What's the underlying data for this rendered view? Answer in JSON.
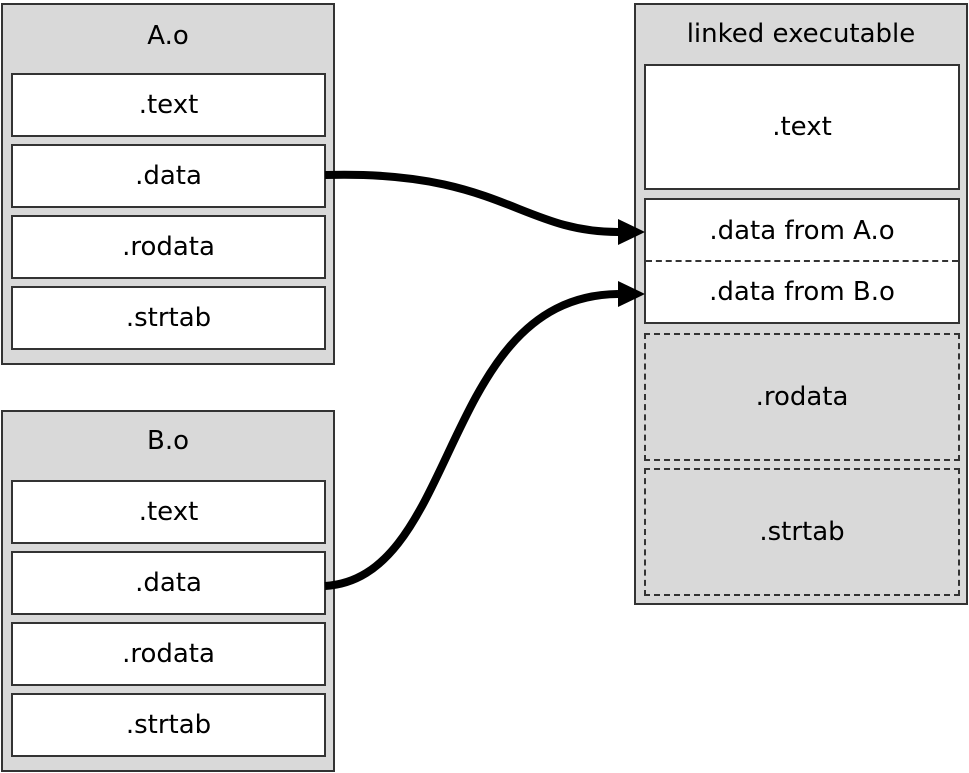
{
  "objects": [
    {
      "title": "A.o",
      "sections": [
        ".text",
        ".data",
        ".rodata",
        ".strtab"
      ]
    },
    {
      "title": "B.o",
      "sections": [
        ".text",
        ".data",
        ".rodata",
        ".strtab"
      ]
    }
  ],
  "executable": {
    "title": "linked executable",
    "text": ".text",
    "data_from_a": ".data from A.o",
    "data_from_b": ".data from B.o",
    "rodata": ".rodata",
    "strtab": ".strtab"
  },
  "colors": {
    "panel_fill": "#d9d9d9",
    "section_fill": "#ffffff",
    "border": "#333333",
    "arrow": "#000000"
  }
}
